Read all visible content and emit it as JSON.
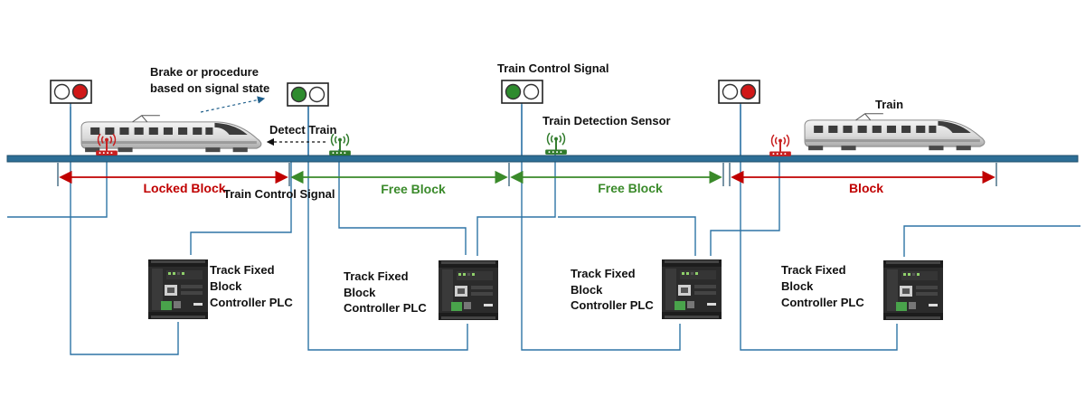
{
  "colors": {
    "rail": "#1f4e6b",
    "rail_fill": "#2d6e96",
    "wire": "#2e74a6",
    "red_block": "#c00000",
    "green_block": "#3a8a2a",
    "signal_red": "#d01818",
    "signal_green": "#2e8b2e",
    "sensor_red": "#c81e1e",
    "sensor_green": "#2f7a2a",
    "plc_body": "#2b2b2b"
  },
  "icons": {
    "signal": "traffic-signal-icon",
    "sensor": "wireless-sensor-icon",
    "plc": "plc-controller-icon",
    "train": "high-speed-train-icon"
  },
  "labels": {
    "brake_line1": "Brake or procedure",
    "brake_line2": "based on signal state",
    "detect_train": "Detect Train",
    "train_control_signal_top": "Train Control Signal",
    "train_control_signal_mid": "Train Control Signal",
    "train_detection_sensor": "Train Detection Sensor",
    "train": "Train"
  },
  "blocks": [
    {
      "label": "Locked Block",
      "state": "locked"
    },
    {
      "label": "Free Block",
      "state": "free"
    },
    {
      "label": "Free Block",
      "state": "free"
    },
    {
      "label": "Block",
      "state": "locked"
    }
  ],
  "signals": [
    {
      "state": "red"
    },
    {
      "state": "green"
    },
    {
      "state": "green"
    },
    {
      "state": "red"
    }
  ],
  "controllers": [
    {
      "line1": "Track Fixed",
      "line2": "Block",
      "line3": "Controller PLC"
    },
    {
      "line1": "Track Fixed",
      "line2": "Block",
      "line3": "Controller PLC"
    },
    {
      "line1": "Track Fixed",
      "line2": "Block",
      "line3": "Controller PLC"
    },
    {
      "line1": "Track Fixed",
      "line2": "Block",
      "line3": "Controller PLC"
    }
  ]
}
